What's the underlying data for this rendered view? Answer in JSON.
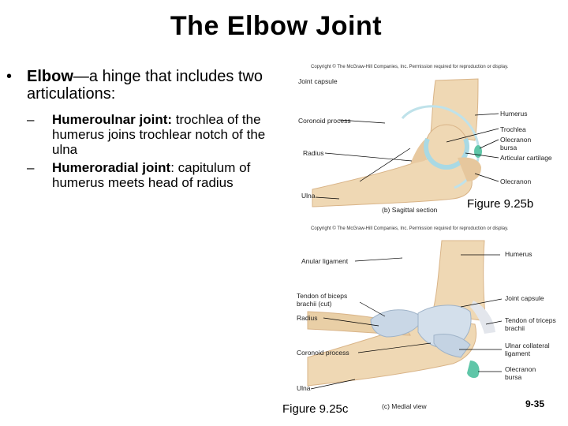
{
  "slide": {
    "title": "The Elbow Joint",
    "page_number": "9-35"
  },
  "bullets": {
    "main": {
      "bold": "Elbow",
      "text": "—a hinge that includes two articulations:"
    },
    "subs": [
      {
        "bold": "Humeroulnar joint:",
        "text": " trochlea of the humerus joins trochlear notch of the ulna"
      },
      {
        "bold": "Humeroradial joint",
        "text": ": capitulum of humerus meets head of radius"
      }
    ]
  },
  "figure_b": {
    "copyright": "Copyright © The McGraw-Hill Companies, Inc. Permission required for reproduction or display.",
    "labels": {
      "joint_capsule": "Joint capsule",
      "coronoid": "Coronoid process",
      "radius": "Radius",
      "ulna": "Ulna",
      "humerus": "Humerus",
      "trochlea": "Trochlea",
      "olecranon_bursa": "Olecranon bursa",
      "articular_cartilage": "Articular cartilage",
      "olecranon": "Olecranon"
    },
    "section_label": "(b) Sagittal section",
    "figure_number": "Figure 9.25b"
  },
  "figure_c": {
    "copyright": "Copyright © The McGraw-Hill Companies, Inc. Permission required for reproduction or display.",
    "labels": {
      "humerus": "Humerus",
      "anular_ligament": "Anular ligament",
      "tendon_biceps": "Tendon of biceps brachii (cut)",
      "joint_capsule": "Joint capsule",
      "radius": "Radius",
      "tendon_triceps": "Tendon of triceps brachii",
      "coronoid": "Coronoid process",
      "ulnar_collateral": "Ulnar collateral ligament",
      "olecranon_bursa": "Olecranon bursa",
      "ulna": "Ulna"
    },
    "section_label": "(c) Medial view",
    "figure_number": "Figure 9.25c"
  },
  "colors": {
    "bone": "#efd8b4",
    "bone_shade": "#d9b488",
    "cartilage": "#a9d9e4",
    "ligament": "#c9d7e6",
    "bursa": "#5fc6a8",
    "leader": "#000000"
  }
}
